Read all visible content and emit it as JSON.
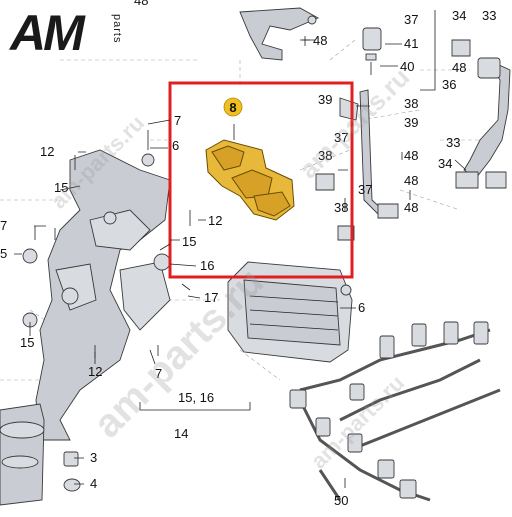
{
  "logo": {
    "main": "AM",
    "side": "parts"
  },
  "watermarks": [
    "am-parts.ru",
    "am-parts.ru",
    "am-parts.ru",
    "am-parts.ru"
  ],
  "highlight": {
    "callout": "8",
    "color": "#e02020"
  },
  "colors": {
    "highlight_part": "#e7b83a",
    "badge": "#f0c020",
    "frame": "#e02020"
  },
  "labels": {
    "l48_top": "48",
    "l37": "37",
    "l34_top": "34",
    "l33_top": "33",
    "l48_b": "48",
    "l41": "41",
    "l40": "40",
    "l36": "36",
    "l39a": "39",
    "l38a": "38",
    "l39b": "39",
    "l37b": "37",
    "l38b": "38",
    "l48c": "48",
    "l33b": "33",
    "l34b": "34",
    "l48d": "48",
    "l37c": "37",
    "l38c": "38",
    "l48e": "48",
    "l7a": "7",
    "l6a": "6",
    "l12a": "12",
    "l15a": "15",
    "l7b": "7",
    "l5": "5",
    "l12b": "12",
    "l15b": "15",
    "l16": "16",
    "l17": "17",
    "l6b": "6",
    "l15c": "15",
    "l12c": "12",
    "l7c": "7",
    "l1516": "15, 16",
    "l14": "14",
    "l3": "3",
    "l4": "4",
    "l50": "50",
    "l48_partial": "48"
  }
}
